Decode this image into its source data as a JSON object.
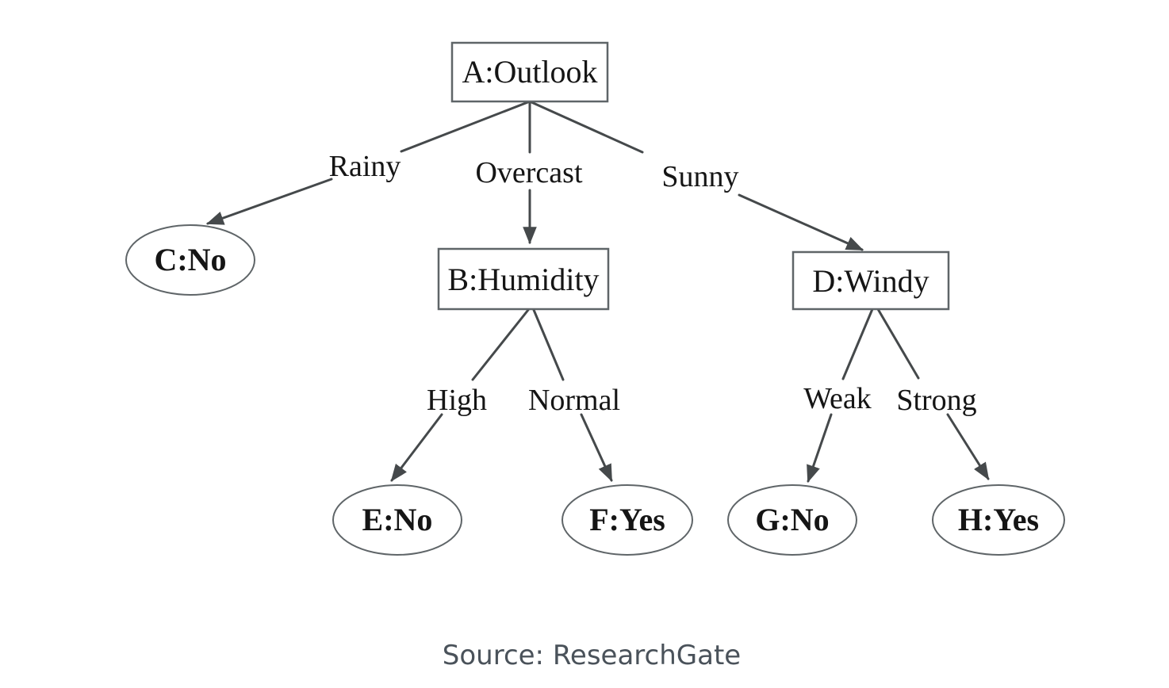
{
  "diagram": {
    "type": "decision-tree",
    "nodes": {
      "outlook": {
        "label": "A:Outlook",
        "shape": "rect"
      },
      "humidity": {
        "label": "B:Humidity",
        "shape": "rect"
      },
      "windy": {
        "label": "D:Windy",
        "shape": "rect"
      },
      "c_no": {
        "label": "C:No",
        "shape": "ellipse"
      },
      "e_no": {
        "label": "E:No",
        "shape": "ellipse"
      },
      "f_yes": {
        "label": "F:Yes",
        "shape": "ellipse"
      },
      "g_no": {
        "label": "G:No",
        "shape": "ellipse"
      },
      "h_yes": {
        "label": "H:Yes",
        "shape": "ellipse"
      }
    },
    "edges": {
      "rainy": {
        "from": "A:Outlook",
        "to": "C:No",
        "label": "Rainy"
      },
      "overcast": {
        "from": "A:Outlook",
        "to": "B:Humidity",
        "label": "Overcast"
      },
      "sunny": {
        "from": "A:Outlook",
        "to": "D:Windy",
        "label": "Sunny"
      },
      "high": {
        "from": "B:Humidity",
        "to": "E:No",
        "label": "High"
      },
      "normal": {
        "from": "B:Humidity",
        "to": "F:Yes",
        "label": "Normal"
      },
      "weak": {
        "from": "D:Windy",
        "to": "G:No",
        "label": "Weak"
      },
      "strong": {
        "from": "D:Windy",
        "to": "H:Yes",
        "label": "Strong"
      }
    },
    "colors": {
      "background": "#ffffff",
      "edge_line": "#45494b",
      "node_border": "#5f6568",
      "node_text": "#151515",
      "caption_text": "#4a525a"
    }
  },
  "caption": {
    "text": "Source: ResearchGate"
  }
}
